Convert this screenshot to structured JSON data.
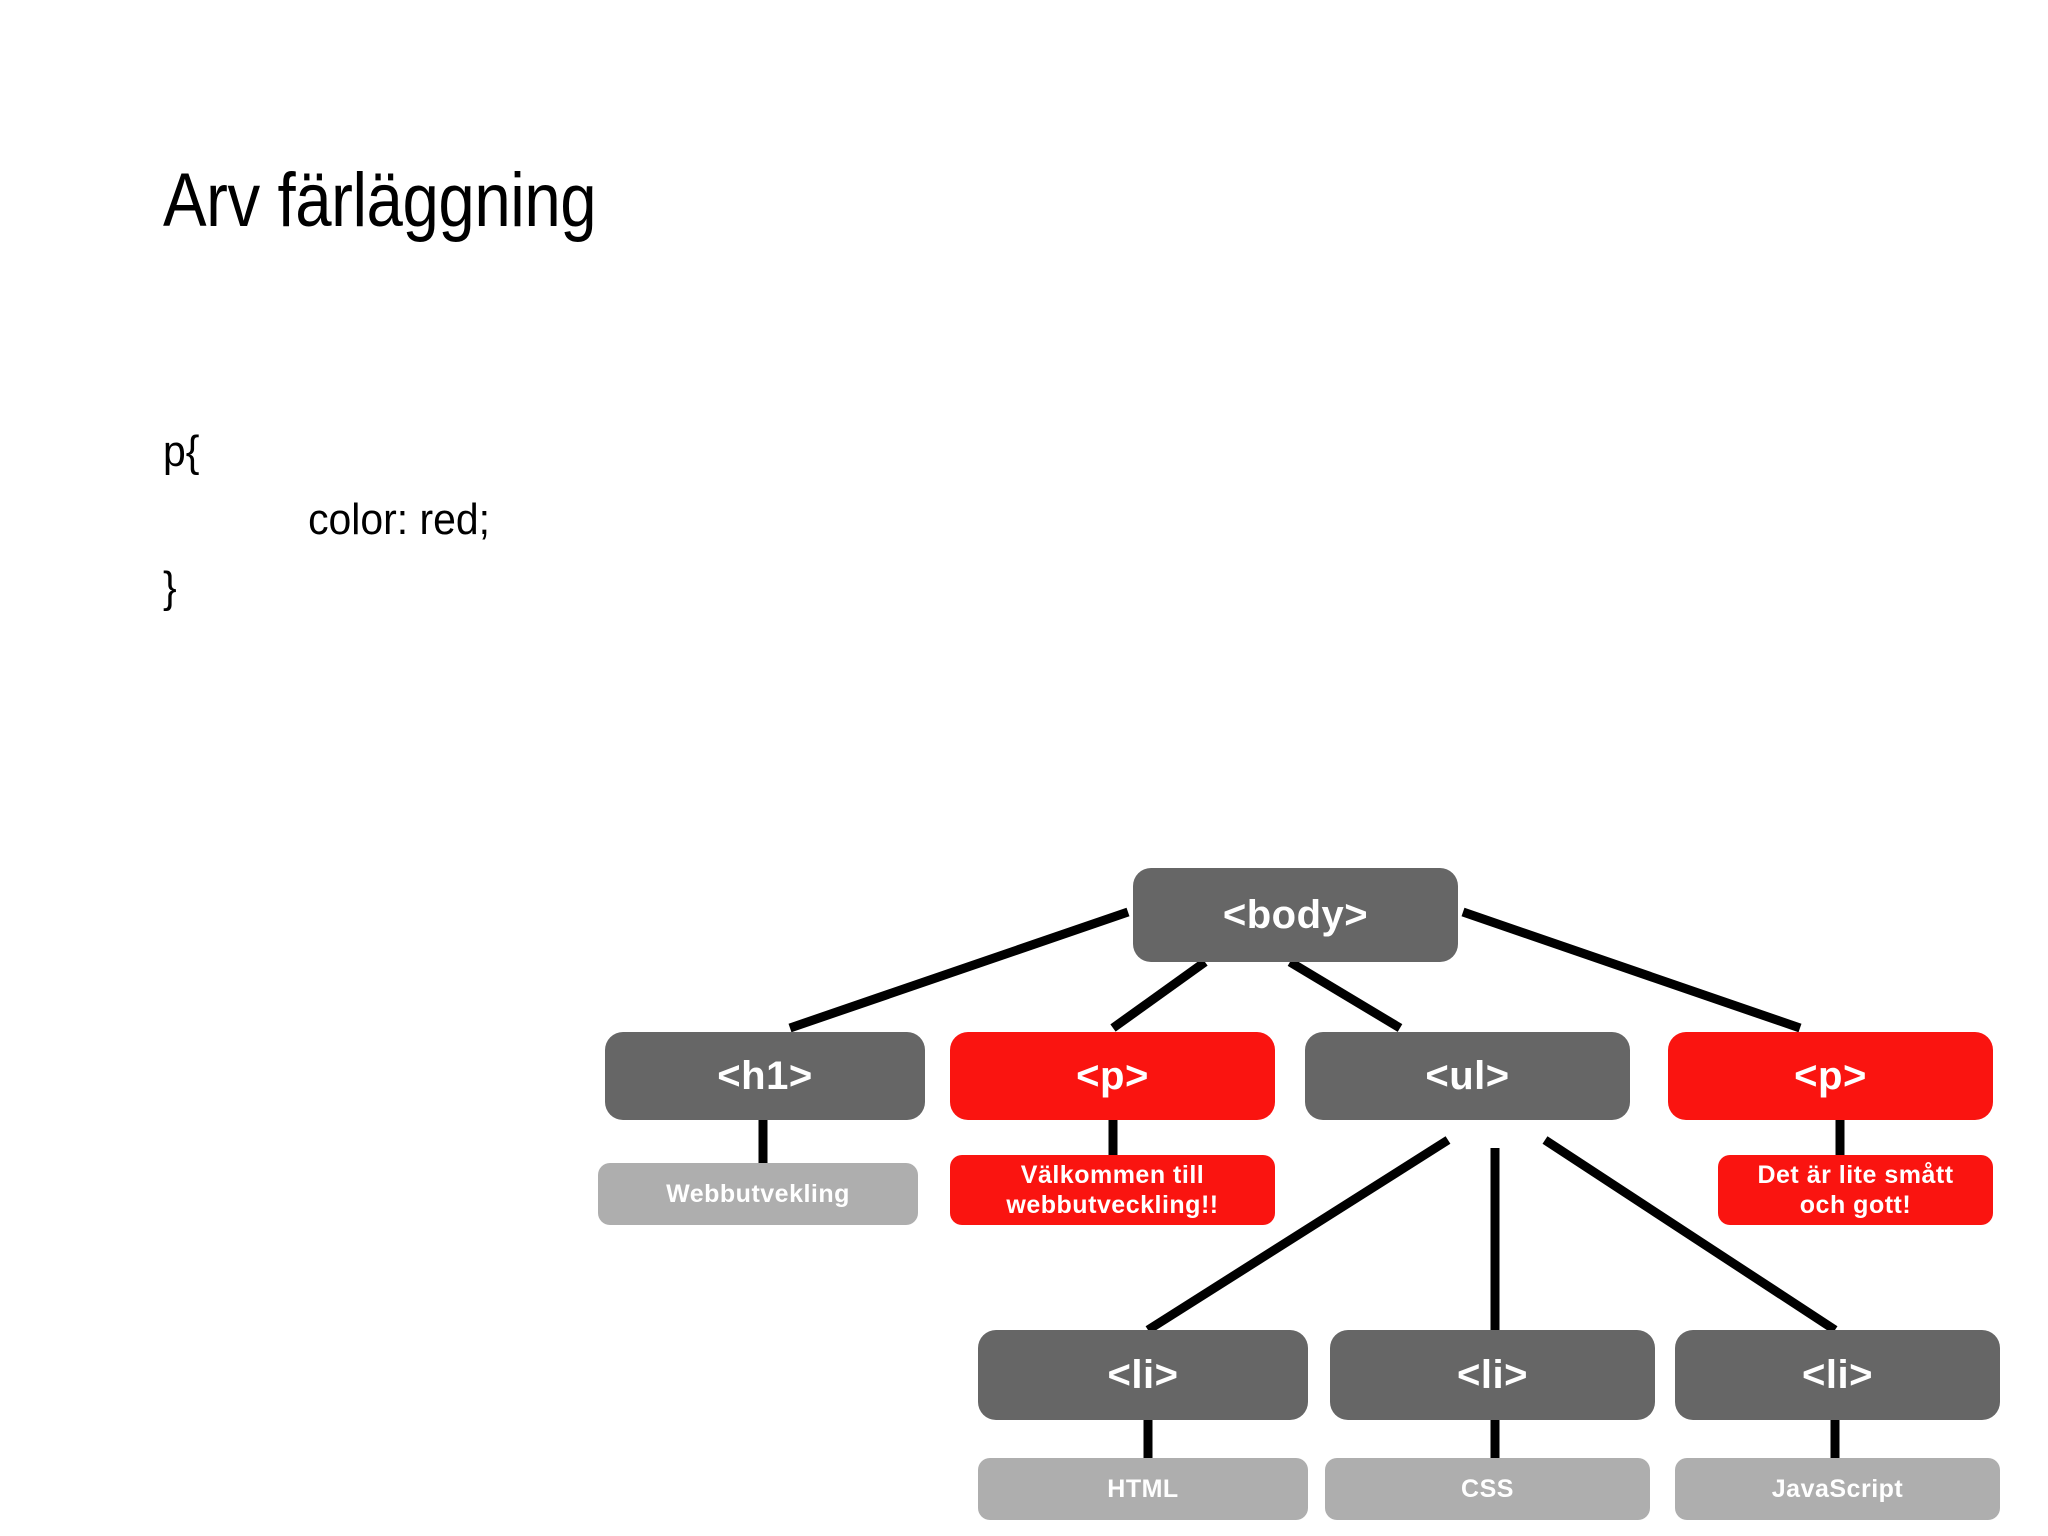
{
  "slide": {
    "title": "Arv färläggning",
    "code": {
      "line1": "p{",
      "line2": "color: red;",
      "line3": "}"
    }
  },
  "colors": {
    "element_node": "#666666",
    "element_node_inherited": "#fa1410",
    "text_node": "#aeaeae",
    "text_node_inherited": "#fa1410",
    "edge": "#000000",
    "background": "#ffffff",
    "node_label": "#ffffff"
  },
  "tree": {
    "root": {
      "label": "<body>"
    },
    "children": [
      {
        "label": "<h1>",
        "text": {
          "line1": "Webbutvekling"
        }
      },
      {
        "label": "<p>",
        "text": {
          "line1": "Välkommen till",
          "line2": "webbutveckling!!"
        }
      },
      {
        "label": "<ul>",
        "items": [
          {
            "label": "<li>",
            "text": {
              "line1": "HTML"
            }
          },
          {
            "label": "<li>",
            "text": {
              "line1": "CSS"
            }
          },
          {
            "label": "<li>",
            "text": {
              "line1": "JavaScript"
            }
          }
        ]
      },
      {
        "label": "<p>",
        "text": {
          "line1": "Det är lite smått",
          "line2": "och gott!"
        }
      }
    ]
  }
}
